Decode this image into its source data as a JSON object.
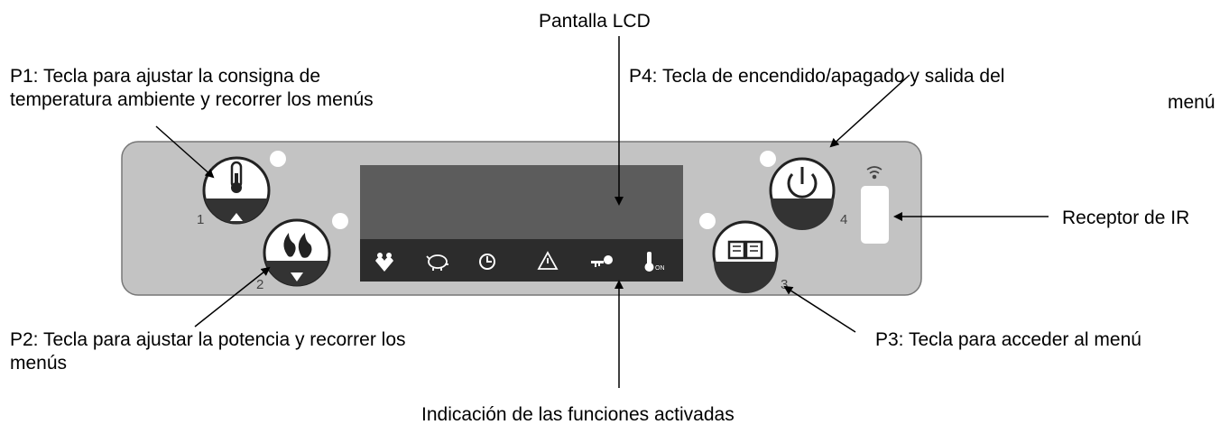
{
  "labels": {
    "lcd": "Pantalla LCD",
    "p1_line1": "P1: Tecla para ajustar la consigna de",
    "p1_line2": "temperatura ambiente y recorrer los menús",
    "p4_line1": "P4: Tecla de encendido/apagado y salida del",
    "p4_line2": "menú",
    "ir": "Receptor de IR",
    "p2_line1": "P2: Tecla para ajustar la potencia y recorrer los",
    "p2_line2": "menús",
    "p3": "P3: Tecla para acceder al menú",
    "functions": "Indicación de las funciones activadas"
  },
  "keys": {
    "k1": "1",
    "k2": "2",
    "k3": "3",
    "k4": "4"
  },
  "lcd_icons": [
    "hands-icon",
    "piggy-bank-icon",
    "clock-icon",
    "warning-icon",
    "key-icon",
    "thermometer-on-icon"
  ],
  "lcd_on_text": "ON",
  "colors": {
    "panel": "#c3c3c3",
    "panel_border": "#777777",
    "lcd": "#5c5c5c",
    "lcd_strip": "#2c2c2c",
    "button_dark": "#333333"
  }
}
